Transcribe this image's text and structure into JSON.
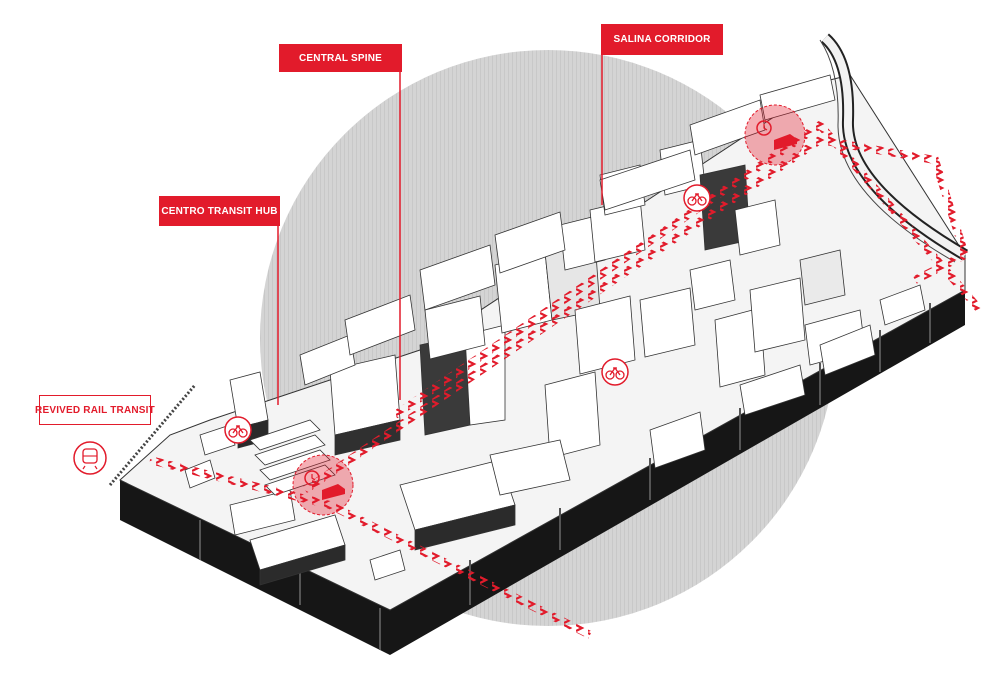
{
  "labels": {
    "central_spine": "CENTRAL SPINE",
    "salina_corridor": "SALINA CORRIDOR",
    "centro_transit_hub": "CENTRO TRANSIT HUB",
    "revived_rail_transit": "REVIVED RAIL TRANSIT"
  },
  "colors": {
    "accent": "#e21b2b",
    "building_side": "#1a1a1a",
    "building_top": "#ffffff",
    "backdrop_circle": "#d9d9d9"
  },
  "icons": {
    "bike": "bicycle-icon",
    "clock": "clock-icon",
    "car": "car-icon",
    "train": "train-icon"
  }
}
